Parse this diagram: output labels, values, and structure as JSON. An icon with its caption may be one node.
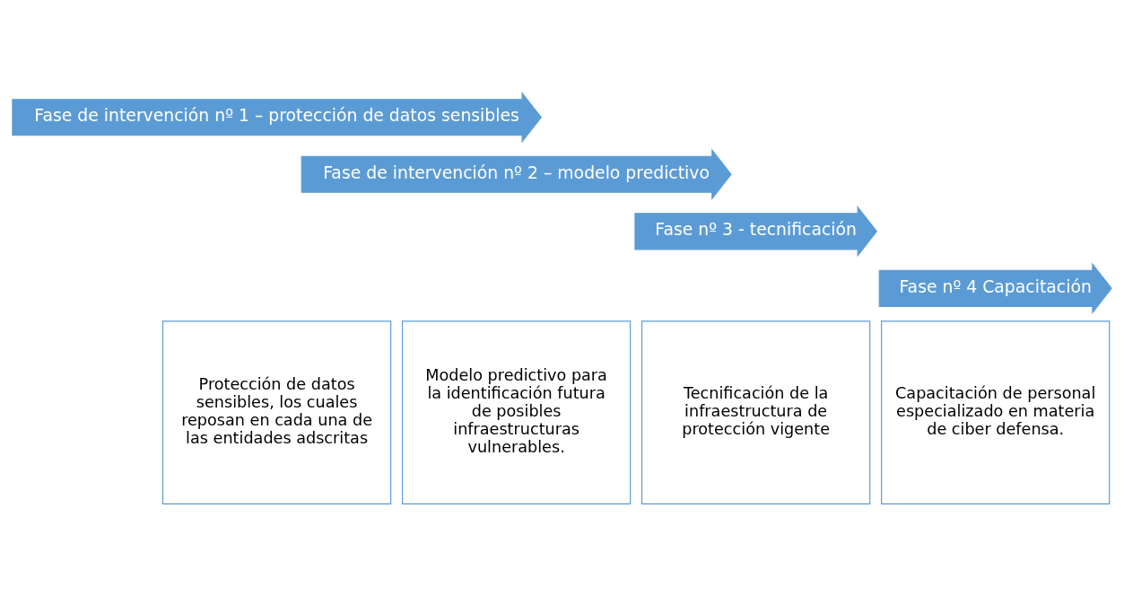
{
  "diagram": {
    "nodes": [
      {
        "text": [
          "Fase de intervención nº 1 – protección de datos sensibles"
        ]
      },
      {
        "text": [
          "Protección de datos sensibles, los cuales reposan en cada una de las entidades adscritas"
        ]
      },
      {
        "text": [
          "Fase de intervención nº 2 – modelo predictivo"
        ]
      },
      {
        "text": [
          "Modelo predictivo para la identificación futura de posibles infraestructuras vulnerables."
        ]
      },
      {
        "text": [
          "Fase nº 3 - tecnificación"
        ]
      },
      {
        "text": [
          "Tecnificación de la infraestructura de protección vigente"
        ]
      },
      {
        "text": [
          "Fase nº 4 Capacitación"
        ]
      },
      {
        "text": [
          "Capacitación de personal especializado en materia de ciber defensa."
        ]
      }
    ],
    "edges": []
  }
}
